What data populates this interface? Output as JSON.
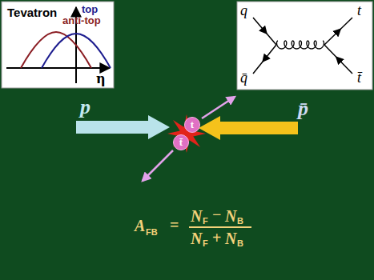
{
  "diagram": {
    "nodes": [
      {
        "text": [
          "Tevatron",
          "top",
          "anti-top",
          "η"
        ]
      },
      {
        "text": [
          "q",
          "q̄",
          "t",
          "t̄"
        ]
      },
      {
        "text": [
          "t"
        ]
      },
      {
        "text": [
          "t̄"
        ]
      }
    ],
    "labels": [
      "p",
      "p̄",
      "A",
      "FB",
      "=",
      "N",
      "F",
      "−",
      "N",
      "B",
      "N",
      "F",
      "+",
      "N",
      "B"
    ]
  }
}
